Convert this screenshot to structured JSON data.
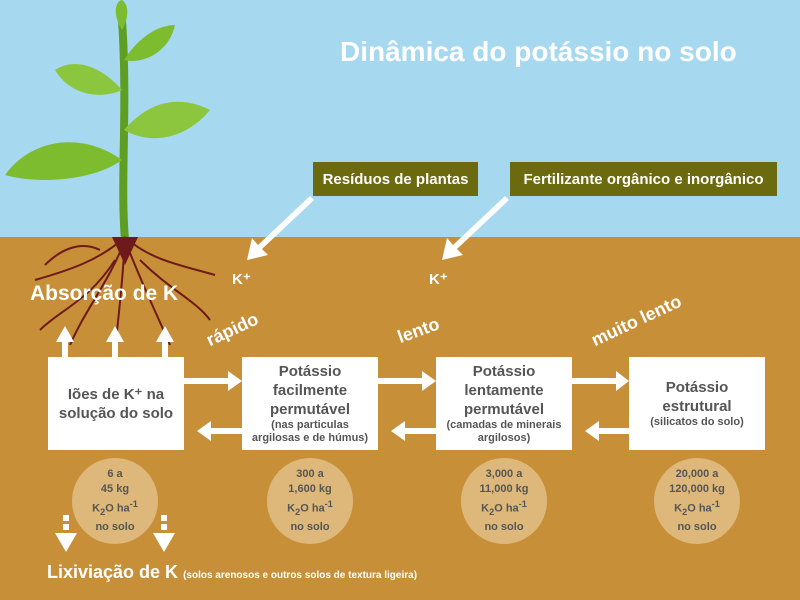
{
  "title": "Dinâmica do potássio no solo",
  "sources": [
    "Resíduos de plantas",
    "Fertilizante orgânico e inorgânico"
  ],
  "k_label": "K⁺",
  "absorption": "Absorção de K",
  "rates": [
    "rápido",
    "lento",
    "muito lento"
  ],
  "pools": [
    {
      "lines": [
        "Iões de K⁺ na",
        "solução do solo"
      ],
      "sub": []
    },
    {
      "lines": [
        "Potássio",
        "facilmente",
        "permutável"
      ],
      "sub": [
        "(nas particulas",
        "argilosas e de húmus)"
      ]
    },
    {
      "lines": [
        "Potássio",
        "lentamente",
        "permutável"
      ],
      "sub": [
        "(camadas de minerais",
        "argilosos)"
      ]
    },
    {
      "lines": [
        "Potássio",
        "estrutural"
      ],
      "sub": [
        "(silicatos do solo)"
      ]
    }
  ],
  "amounts": [
    {
      "range": [
        "6 a",
        "45 kg"
      ]
    },
    {
      "range": [
        "300 a",
        "1,600 kg"
      ]
    },
    {
      "range": [
        "3,000 a",
        "11,000 kg"
      ]
    },
    {
      "range": [
        "20,000 a",
        "120,000 kg"
      ]
    }
  ],
  "unit": {
    "k2o": "K",
    "sub": "2",
    "o_ha": "O ha",
    "sup": "-1",
    "place": "no solo"
  },
  "leaching": {
    "main": "Lixiviação de K",
    "note": "(solos arenosos e outros solos de textura ligeira)"
  },
  "colors": {
    "sky": "#a6d9ef",
    "soil": "#c78f37",
    "tag": "#6b6a0e",
    "circle": "#ddb87a",
    "leaf": "#7cbc2e",
    "root": "#6e1a1a"
  }
}
